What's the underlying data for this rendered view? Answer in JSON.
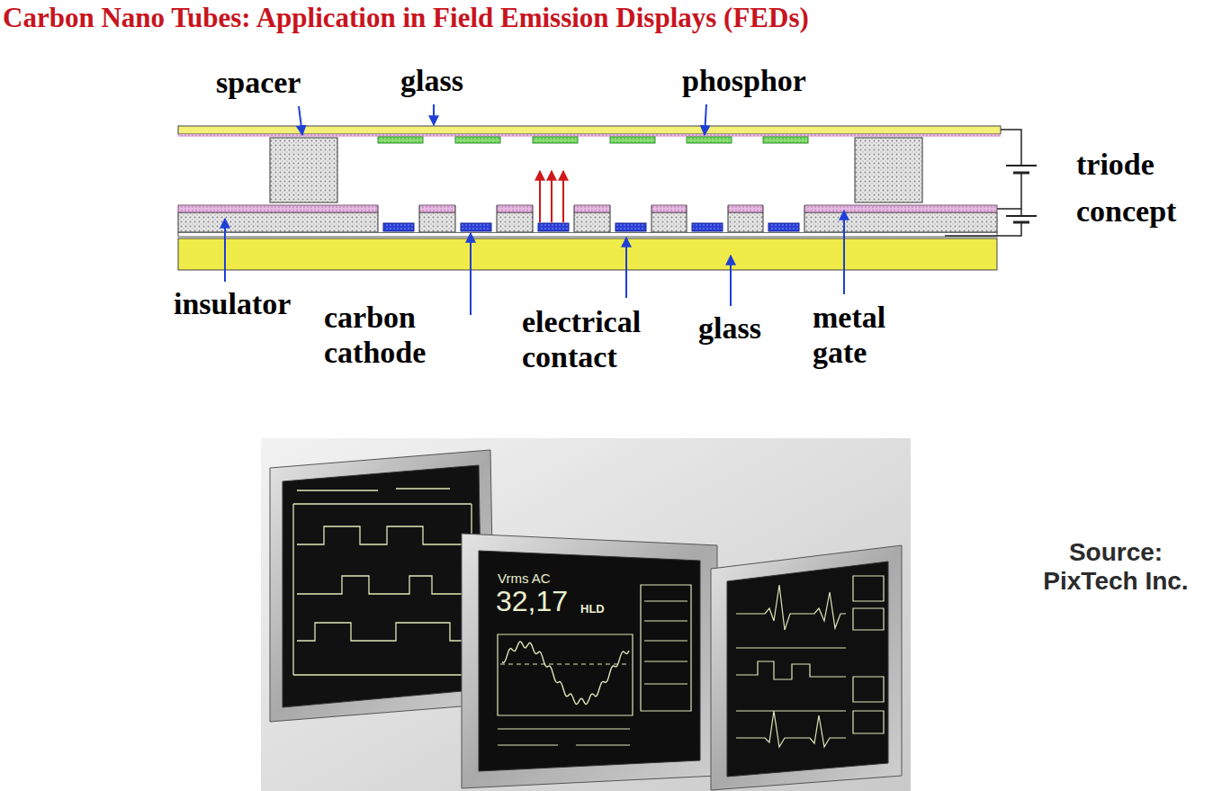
{
  "diagram": {
    "title": "Carbon Nano Tubes: Application in Field Emission Displays (FEDs)",
    "labels": [
      "spacer",
      "glass",
      "phosphor",
      "triode concept",
      "insulator",
      "carbon cathode",
      "electrical contact",
      "glass",
      "metal gate",
      "Vrms AC",
      "32,17",
      "HLD",
      "Source: PixTech Inc."
    ]
  }
}
